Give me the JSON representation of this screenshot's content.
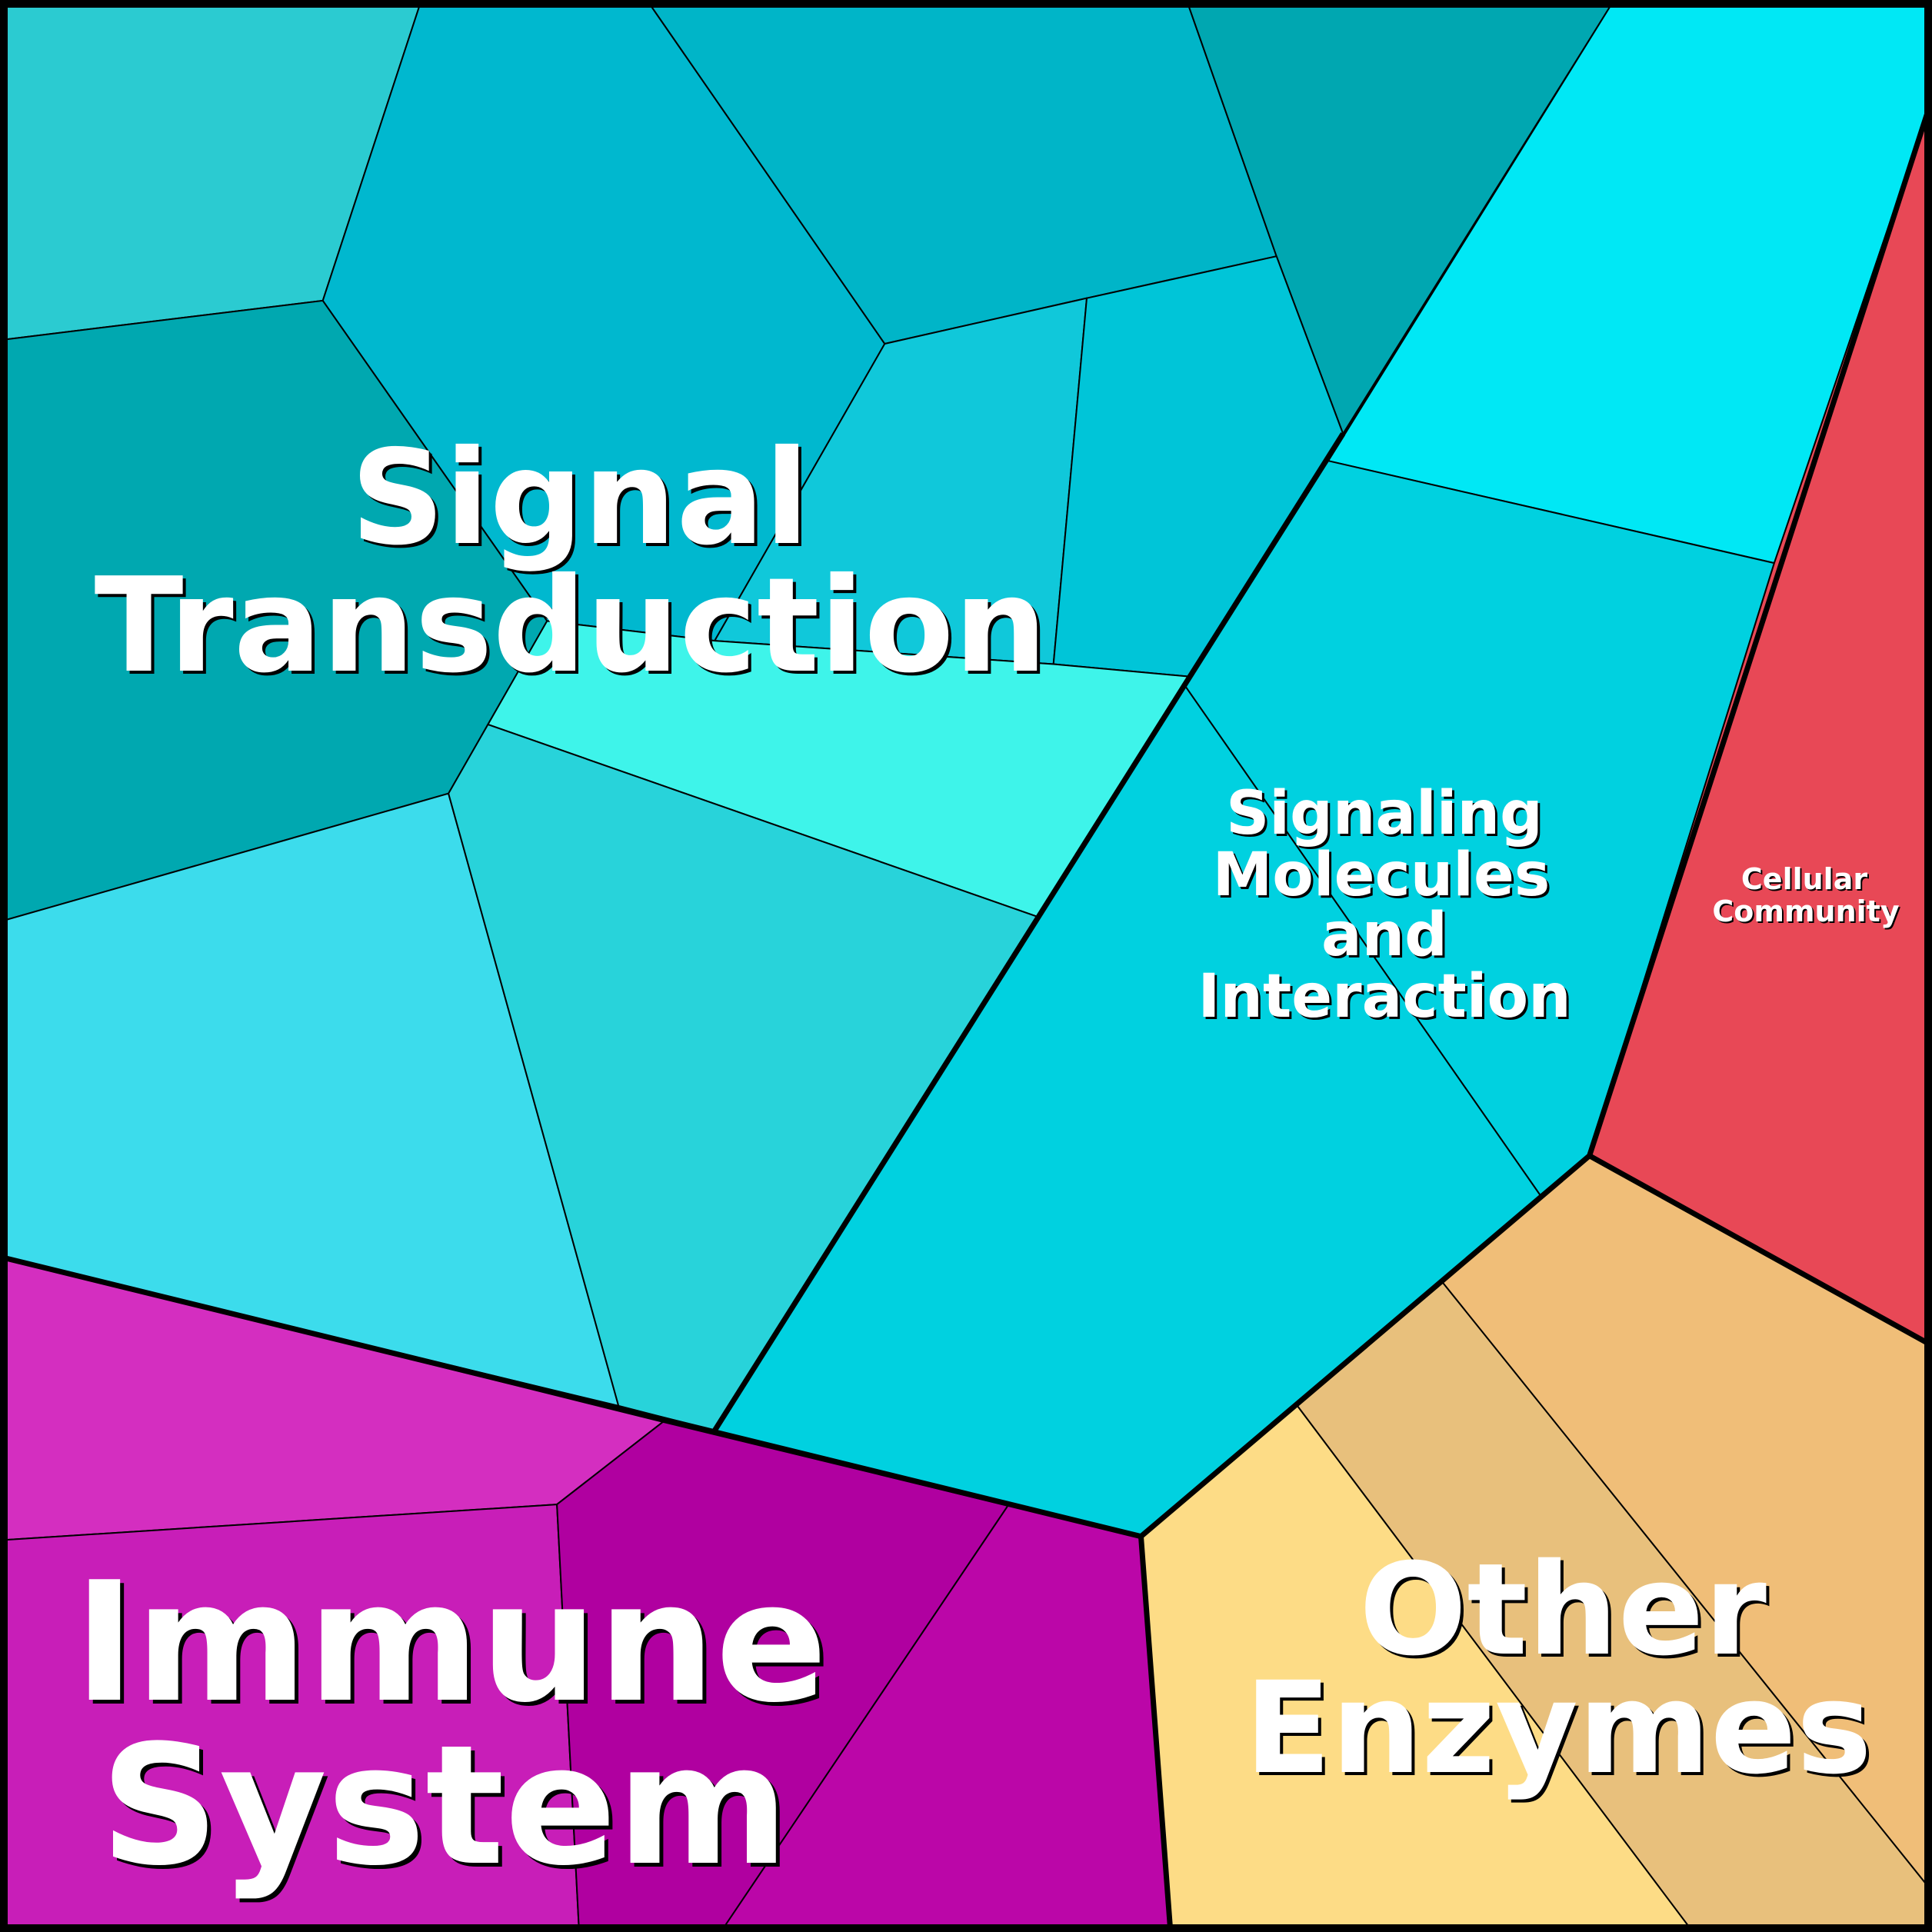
{
  "chart_data": {
    "type": "voronoi-treemap",
    "title": "",
    "groups": [
      {
        "name": "Signal Transduction",
        "label_lines": [
          "Signal",
          "Transduction"
        ],
        "color": "#00b8d0",
        "cells": [
          {
            "color": "#2bcbd1"
          },
          {
            "color": "#00b8cf"
          },
          {
            "color": "#00b5c8"
          },
          {
            "color": "#00a7b1"
          },
          {
            "color": "#00a8b0"
          },
          {
            "color": "#10c8da"
          },
          {
            "color": "#00c5d8"
          },
          {
            "color": "#3ef4ea"
          },
          {
            "color": "#3cdcec"
          },
          {
            "color": "#28d3da"
          }
        ]
      },
      {
        "name": "Signaling Molecules and Interaction",
        "label_lines": [
          "Signaling",
          "Molecules",
          "and",
          "Interaction"
        ],
        "color": "#00d2e0",
        "cells": [
          {
            "color": "#00e8f5"
          },
          {
            "color": "#00d1e0"
          },
          {
            "color": "#00d1e0"
          }
        ]
      },
      {
        "name": "Cellular Community",
        "label_lines": [
          "Cellular",
          "Community"
        ],
        "color": "#e84856",
        "cells": [
          {
            "color": "#e84856"
          }
        ]
      },
      {
        "name": "Immune System",
        "label_lines": [
          "Immune",
          "System"
        ],
        "color": "#c020b8",
        "cells": [
          {
            "color": "#d42ec0"
          },
          {
            "color": "#c81eb8"
          },
          {
            "color": "#b000a0"
          },
          {
            "color": "#bb06a8"
          }
        ]
      },
      {
        "name": "Other Enzymes",
        "label_lines": [
          "Other",
          "Enzymes"
        ],
        "color": "#f0c078",
        "cells": [
          {
            "color": "#fddc86"
          },
          {
            "color": "#e8c07c"
          },
          {
            "color": "#f0be78"
          }
        ]
      }
    ]
  }
}
